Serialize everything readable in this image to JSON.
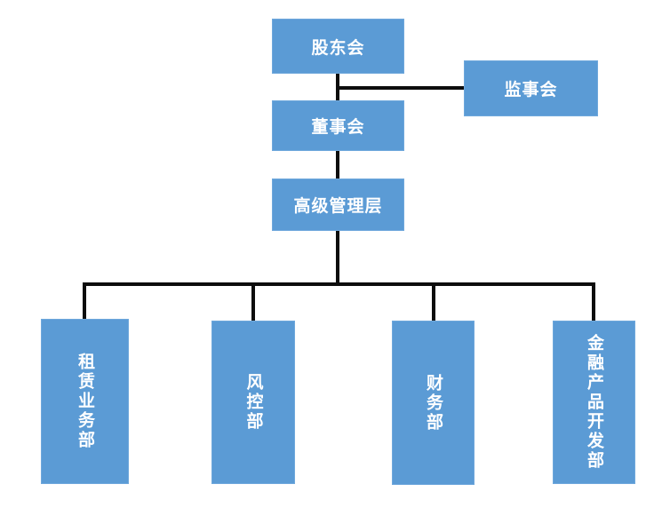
{
  "diagram": {
    "type": "org-chart",
    "title": "",
    "accent_color": "#5B9BD5",
    "border_color": "#6FA8DC",
    "text_color": "#FFFFFF",
    "connector_color": "#0D0D0D",
    "background": "#FFFFFF",
    "nodes": {
      "shareholders": {
        "label": "股东会"
      },
      "supervisors": {
        "label": "监事会"
      },
      "board": {
        "label": "董事会"
      },
      "management": {
        "label": "高级管理层"
      },
      "dept_leasing": {
        "label": "租赁业务部"
      },
      "dept_risk": {
        "label": "风控部"
      },
      "dept_finance": {
        "label": "财务部"
      },
      "dept_product": {
        "label": "金融产品开发部"
      }
    }
  }
}
